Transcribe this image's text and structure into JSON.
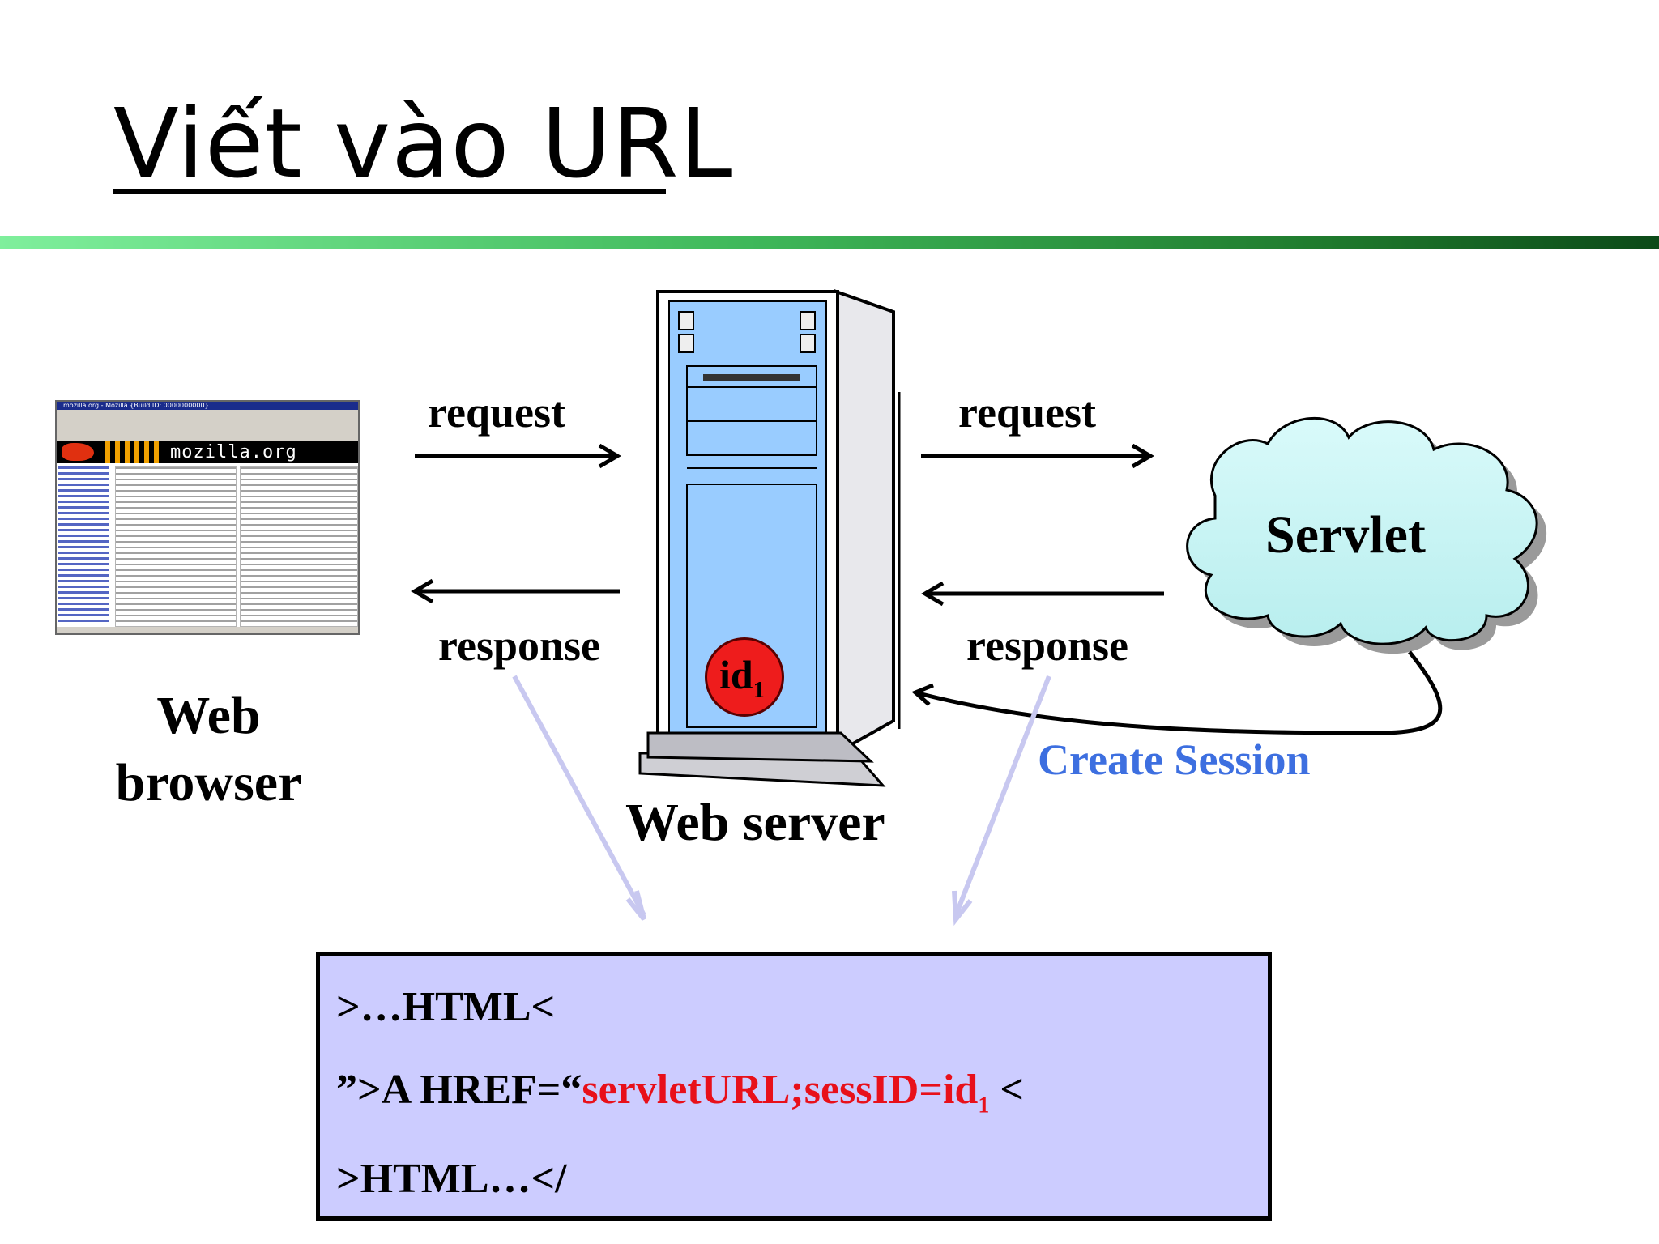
{
  "title": "Viết vào URL",
  "arrows": {
    "request_left": "request",
    "request_right": "request",
    "response_left": "response",
    "response_right": "response"
  },
  "nodes": {
    "browser_line1": "Web",
    "browser_line2": "browser",
    "web_server": "Web server",
    "servlet": "Servlet",
    "session_id": "id",
    "session_id_sub": "1"
  },
  "create_session": "Create Session",
  "browser_screenshot": {
    "title_bar": "mozilla.org - Mozilla {Build ID: 0000000000}",
    "banner": "mozilla.org"
  },
  "code": {
    "line1": ">…HTML<",
    "line2_prefix": "”>A HREF=“",
    "line2_url": "servletURL;sessID=id",
    "line2_sub": "1",
    "line2_suffix": " <",
    "line3": ">HTML…</"
  },
  "colors": {
    "accent_green": "#3fb85a",
    "server_blue": "#99ccff",
    "cloud": "#ccf5f5",
    "session_red": "#ee1c1c",
    "create_session_blue": "#3d6fe0",
    "code_box": "#ccccff",
    "code_red": "#e8101a"
  }
}
